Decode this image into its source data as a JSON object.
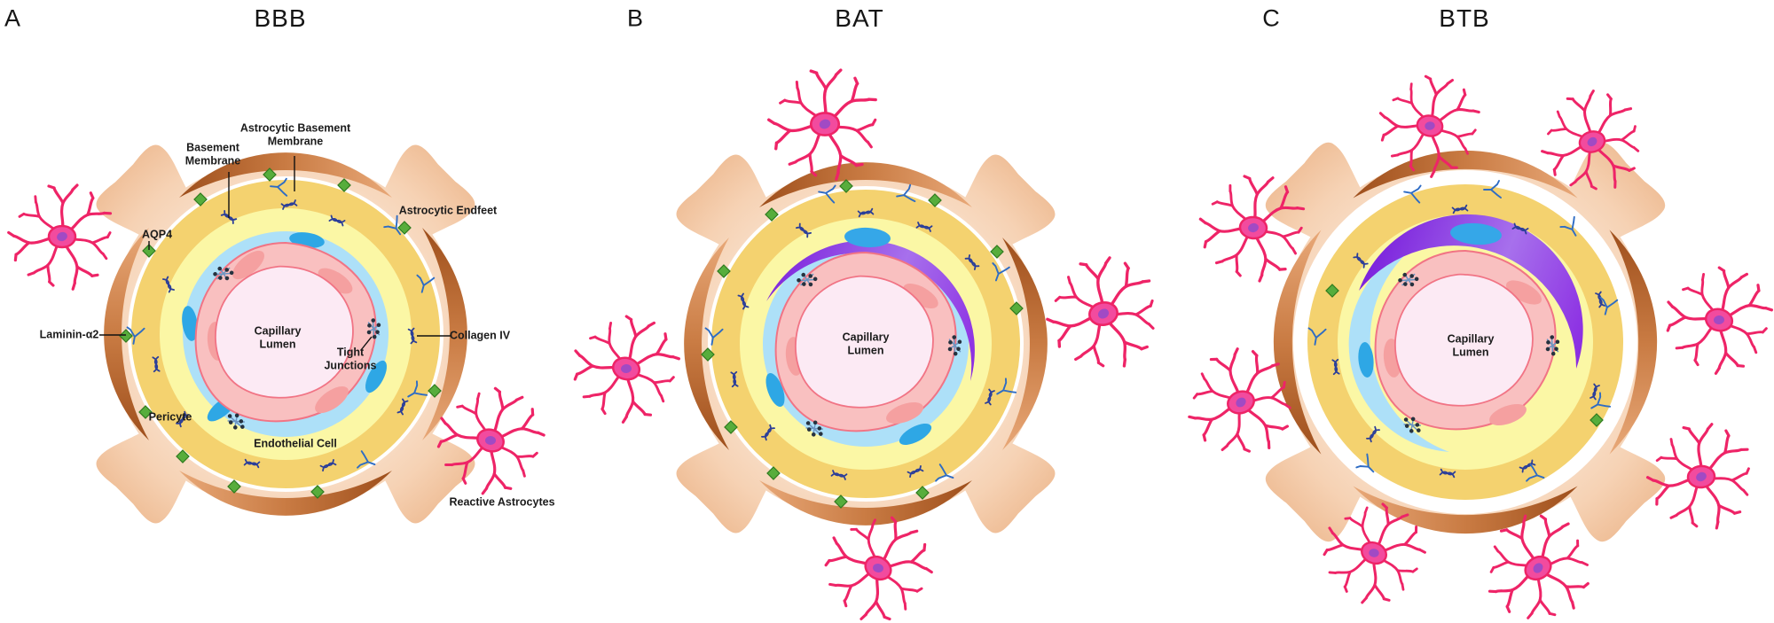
{
  "figure": {
    "panels": [
      {
        "letter": "A",
        "title": "BBB",
        "labels": {
          "astrocytic_basement_membrane": "Astrocytic Basement\nMembrane",
          "basement_membrane": "Basement\nMembrane",
          "astrocytic_endfeet": "Astrocytic Endfeet",
          "aqp4": "AQP4",
          "laminin_a2": "Laminin-α2",
          "collagen_iv": "Collagen IV",
          "capillary_lumen": "Capillary\nLumen",
          "tight_junctions": "Tight\nJunctions",
          "pericyte": "Pericyte",
          "endothelial_cell": "Endothelial Cell",
          "reactive_astrocytes": "Reactive Astrocytes"
        }
      },
      {
        "letter": "B",
        "title": "BAT",
        "labels": {
          "capillary_lumen": "Capillary\nLumen"
        }
      },
      {
        "letter": "C",
        "title": "BTB",
        "labels": {
          "capillary_lumen": "Capillary\nLumen"
        }
      }
    ],
    "colors": {
      "background": "#FFFFFF",
      "astrocyte_pink": "#EE2467",
      "astrocyte_soma": "#F24B9E",
      "astrocyte_nucleus": "#A14AC4",
      "endfeet_tan": "#F6D2B4",
      "basement_brown": "#B96B33",
      "astrocytic_bm_yellow": "#F4D26F",
      "bm_yellow": "#FBF7A5",
      "pericyte_blue": "#ADE0F8",
      "pericyte_nucleus_blue": "#2EA7E5",
      "endothelium_pink": "#F9C0C0",
      "endothelium_outline": "#F17485",
      "lumen_pink": "#FCEAF4",
      "tumor_purple": "#8B3BE2",
      "aqp4_green": "#57AD3C",
      "collagen_blue": "#2B3E99",
      "laminin_blue": "#2E6CC4",
      "tight_junction_dark": "#26323F"
    }
  }
}
